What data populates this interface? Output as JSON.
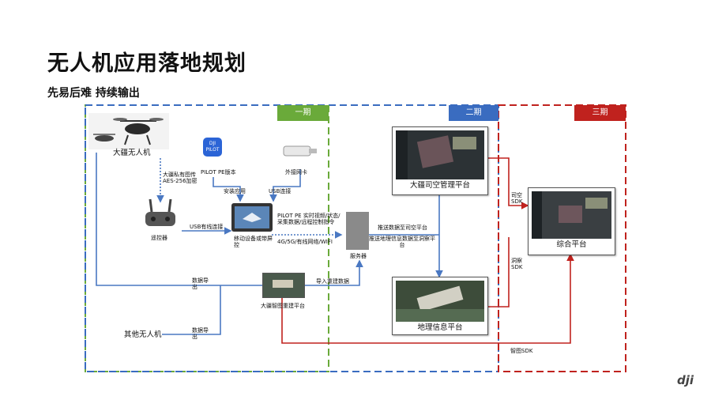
{
  "slide": {
    "title": "无人机应用落地规划",
    "subtitle": "先易后难 持续输出",
    "logo": "dji"
  },
  "phases": [
    {
      "label": "一期",
      "color": "#6aaa3a"
    },
    {
      "label": "二期",
      "color": "#3a6cc0"
    },
    {
      "label": "三期",
      "color": "#c0221e"
    }
  ],
  "nodes": {
    "drone": "大疆无人机",
    "pilot_app": "PILOT PE版本",
    "pilot_logo": "DJI PILOT",
    "network_card": "外接网卡",
    "remote": "遥控器",
    "mobile": "移动设备或带屏控",
    "server": "服务器",
    "airspace": "大疆司空管理平台",
    "map_platform": "大疆智图重建平台",
    "gis": "地理信息平台",
    "integrated": "综合平台",
    "other_drone": "其他无人机"
  },
  "edges": {
    "encrypt": "大疆私有图传 AES-256加密",
    "install": "安装应用",
    "usb_connect": "USB连接",
    "usb_wired": "USB有线连接",
    "pilot_pe": "PILOT PE 实时视频/状态/采集数据/远程控制指令",
    "network": "4G/5G/有线网络/WIFI",
    "push_airspace": "推送数据至司空平台",
    "push_gis": "推送地理信息数据至洞察平台",
    "export1": "数据导出",
    "export2": "数据导出",
    "import": "导入重建数据",
    "sikong_sdk": "司空 SDK",
    "insight_sdk": "洞察 SDK",
    "zhitu_sdk": "智图SDK"
  }
}
